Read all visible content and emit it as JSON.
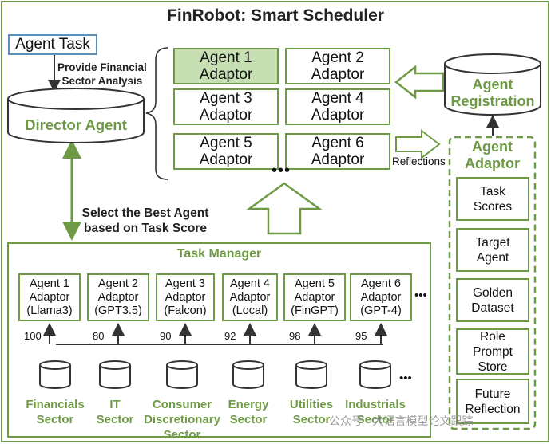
{
  "title": "FinRobot: Smart Scheduler",
  "agent_task": "Agent Task",
  "provide_label": [
    "Provide Financial",
    "Sector Analysis"
  ],
  "director_agent": "Director Agent",
  "select_label": [
    "Select the Best Agent",
    "based on Task Score"
  ],
  "adaptor_grid": [
    {
      "line1": "Agent 1",
      "line2": "Adaptor",
      "highlight": true
    },
    {
      "line1": "Agent 2",
      "line2": "Adaptor",
      "highlight": false
    },
    {
      "line1": "Agent 3",
      "line2": "Adaptor",
      "highlight": false
    },
    {
      "line1": "Agent 4",
      "line2": "Adaptor",
      "highlight": false
    },
    {
      "line1": "Agent 5",
      "line2": "Adaptor",
      "highlight": false
    },
    {
      "line1": "Agent 6",
      "line2": "Adaptor",
      "highlight": false
    }
  ],
  "more_dots": "•••",
  "reflections": "Reflections",
  "agent_registration": [
    "Agent",
    "Registration"
  ],
  "agent_adaptor_panel": {
    "title": [
      "Agent",
      "Adaptor"
    ],
    "items": [
      [
        "Task",
        "Scores"
      ],
      [
        "Target",
        "Agent"
      ],
      [
        "Golden",
        "Dataset"
      ],
      [
        "Role",
        "Prompt",
        "Store"
      ],
      [
        "Future",
        "Reflection"
      ]
    ]
  },
  "task_manager": {
    "title": "Task Manager",
    "agents": [
      {
        "lines": [
          "Agent 1",
          "Adaptor",
          "(Llama3)"
        ],
        "score": "100"
      },
      {
        "lines": [
          "Agent 2",
          "Adaptor",
          "(GPT3.5)"
        ],
        "score": "80"
      },
      {
        "lines": [
          "Agent 3",
          "Adaptor",
          "(Falcon)"
        ],
        "score": "90"
      },
      {
        "lines": [
          "Agent 4",
          "Adaptor",
          "(Local)"
        ],
        "score": "92"
      },
      {
        "lines": [
          "Agent 5",
          "Adaptor",
          "(FinGPT)"
        ],
        "score": "98"
      },
      {
        "lines": [
          "Agent 6",
          "Adaptor",
          "(GPT-4)"
        ],
        "score": "95"
      }
    ],
    "sectors": [
      [
        "Financials",
        "Sector"
      ],
      [
        "IT",
        "Sector"
      ],
      [
        "Consumer",
        "Discretionary",
        "Sector"
      ],
      [
        "Energy",
        "Sector"
      ],
      [
        "Utilities",
        "Sector"
      ],
      [
        "Industrials",
        "Sector"
      ]
    ]
  },
  "watermark": "公众号 · 大语言模型论文跟踪",
  "colors": {
    "green": "#6e9a45",
    "light_green": "#c6e0b4",
    "outer_border": "#6e9a45"
  }
}
